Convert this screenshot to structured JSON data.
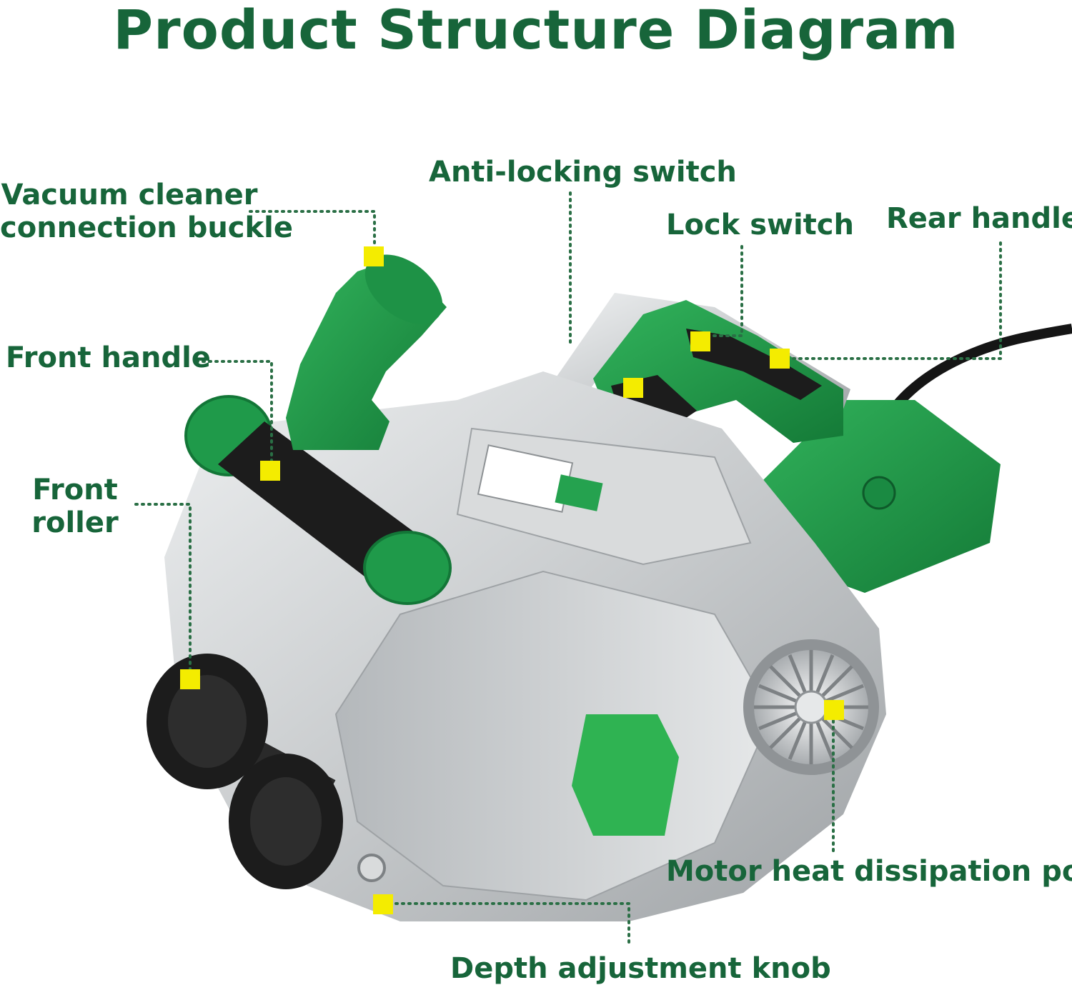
{
  "title": "Product Structure Diagram",
  "labels": {
    "vacuum_line1": "Vacuum cleaner",
    "vacuum_line2": "connection buckle",
    "anti_locking": "Anti-locking switch",
    "lock_switch": "Lock switch",
    "rear_handle": "Rear handle",
    "front_handle": "Front handle",
    "front_roller_line1": "Front",
    "front_roller_line2": "roller",
    "motor_heat": "Motor heat dissipation port",
    "depth_knob": "Depth adjustment knob"
  },
  "colors": {
    "text_green": "#17653a",
    "tool_green": "#1f9a4a",
    "marker_yellow": "#f4ec00",
    "body_silver": "#c9ccce",
    "rubber_black": "#1c1c1c"
  }
}
